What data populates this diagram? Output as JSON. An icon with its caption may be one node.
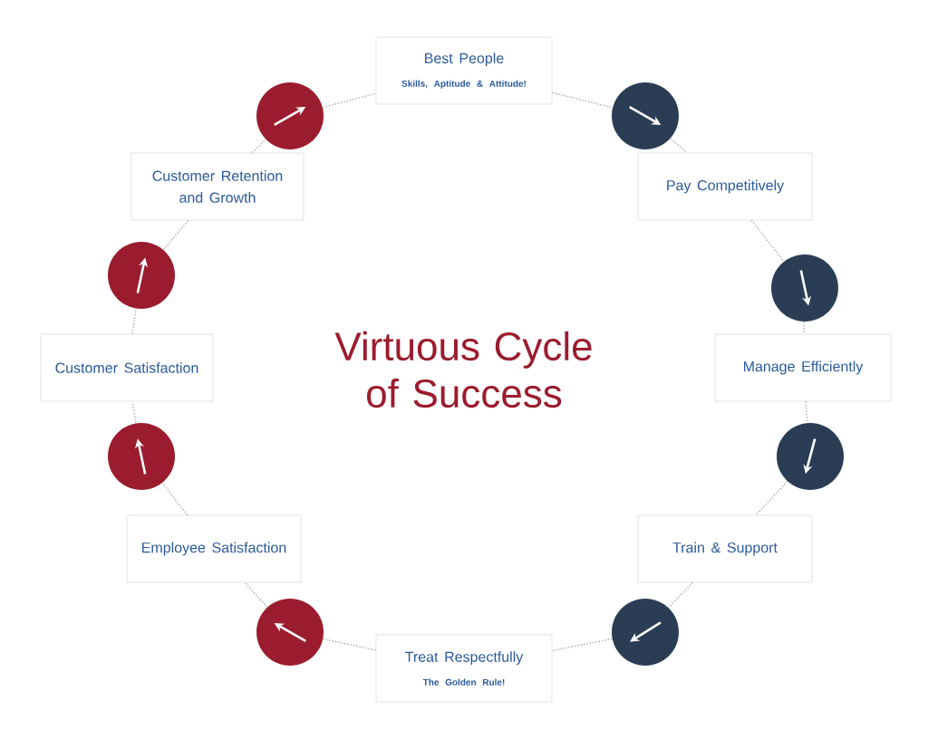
{
  "diagram": {
    "title": "Virtuous Cycle of Success",
    "nodes": [
      {
        "text": [
          "Best People",
          "Skills, Aptitude & Attitude!"
        ]
      },
      {
        "text": [],
        "shape": "circle"
      },
      {
        "text": [
          "Pay Competitively"
        ]
      },
      {
        "text": [],
        "shape": "circle"
      },
      {
        "text": [
          "Manage Efficiently"
        ]
      },
      {
        "text": [],
        "shape": "circle"
      },
      {
        "text": [
          "Train & Support"
        ]
      },
      {
        "text": [],
        "shape": "circle"
      },
      {
        "text": [
          "Treat Respectfully",
          "The Golden Rule!"
        ]
      },
      {
        "text": [],
        "shape": "circle"
      },
      {
        "text": [
          "Employee Satisfaction"
        ]
      },
      {
        "text": [],
        "shape": "circle"
      },
      {
        "text": [
          "Customer Satisfaction"
        ]
      },
      {
        "text": [],
        "shape": "circle"
      },
      {
        "text": [
          "Customer Retention and Growth"
        ]
      },
      {
        "text": [],
        "shape": "circle"
      }
    ],
    "edges": [
      {
        "from": 0,
        "to": 1,
        "arrow": "none"
      },
      {
        "from": 1,
        "to": 2,
        "arrow": "none"
      },
      {
        "from": 2,
        "to": 3,
        "arrow": "none"
      },
      {
        "from": 3,
        "to": 4,
        "arrow": "none"
      },
      {
        "from": 4,
        "to": 5,
        "arrow": "none"
      },
      {
        "from": 5,
        "to": 6,
        "arrow": "none"
      },
      {
        "from": 6,
        "to": 7,
        "arrow": "none"
      },
      {
        "from": 7,
        "to": 8,
        "arrow": "none"
      },
      {
        "from": 8,
        "to": 9,
        "arrow": "none"
      },
      {
        "from": 9,
        "to": 10,
        "arrow": "none"
      },
      {
        "from": 10,
        "to": 11,
        "arrow": "none"
      },
      {
        "from": 11,
        "to": 12,
        "arrow": "none"
      },
      {
        "from": 12,
        "to": 13,
        "arrow": "none"
      },
      {
        "from": 13,
        "to": 14,
        "arrow": "none"
      },
      {
        "from": 14,
        "to": 15,
        "arrow": "none"
      },
      {
        "from": 15,
        "to": 0,
        "arrow": "none"
      }
    ]
  }
}
